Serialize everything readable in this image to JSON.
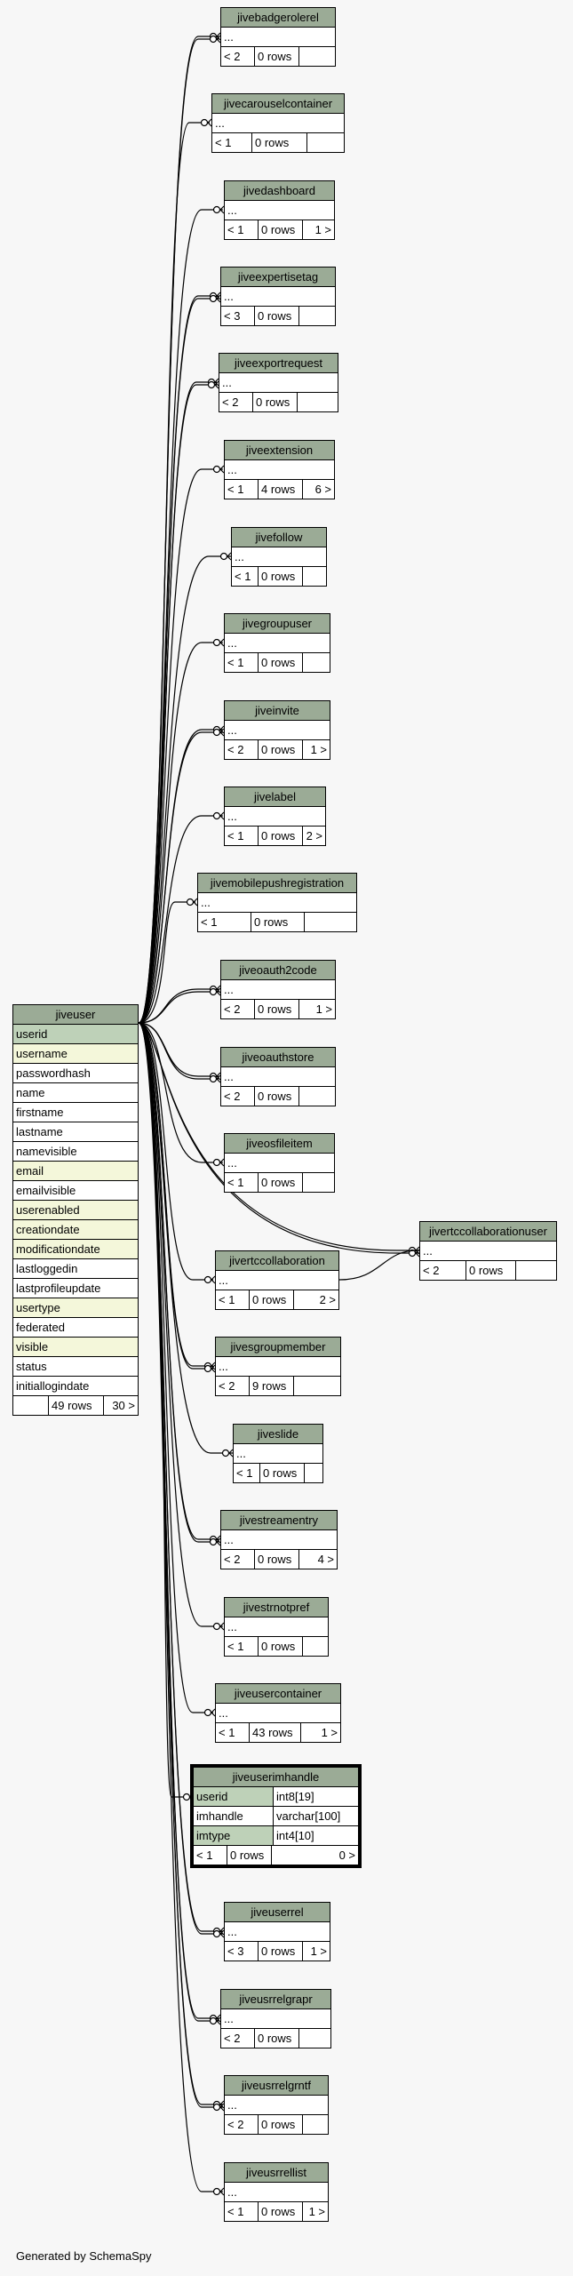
{
  "footer": "Generated by SchemaSpy",
  "colors": {
    "header": "#9bab96",
    "primary_key": "#bed1b8",
    "indexed": "#f4f7da"
  },
  "main_table": {
    "name": "jiveuser",
    "columns": [
      {
        "name": "userid",
        "kind": "pk"
      },
      {
        "name": "username",
        "kind": "idx"
      },
      {
        "name": "passwordhash",
        "kind": ""
      },
      {
        "name": "name",
        "kind": ""
      },
      {
        "name": "firstname",
        "kind": ""
      },
      {
        "name": "lastname",
        "kind": ""
      },
      {
        "name": "namevisible",
        "kind": ""
      },
      {
        "name": "email",
        "kind": "idx"
      },
      {
        "name": "emailvisible",
        "kind": ""
      },
      {
        "name": "userenabled",
        "kind": "idx"
      },
      {
        "name": "creationdate",
        "kind": "idx"
      },
      {
        "name": "modificationdate",
        "kind": "idx"
      },
      {
        "name": "lastloggedin",
        "kind": ""
      },
      {
        "name": "lastprofileupdate",
        "kind": ""
      },
      {
        "name": "usertype",
        "kind": "idx"
      },
      {
        "name": "federated",
        "kind": ""
      },
      {
        "name": "visible",
        "kind": "idx"
      },
      {
        "name": "status",
        "kind": ""
      },
      {
        "name": "initiallogindate",
        "kind": ""
      }
    ],
    "footer": [
      "",
      "49 rows",
      "30 >"
    ]
  },
  "tables": [
    {
      "name": "jivebadgerolerel",
      "ellipsis": "...",
      "footer": [
        "< 2",
        "0 rows",
        ""
      ]
    },
    {
      "name": "jivecarouselcontainer",
      "ellipsis": "...",
      "footer": [
        "< 1",
        "0 rows",
        ""
      ]
    },
    {
      "name": "jivedashboard",
      "ellipsis": "...",
      "footer": [
        "< 1",
        "0 rows",
        "1 >"
      ]
    },
    {
      "name": "jiveexpertisetag",
      "ellipsis": "...",
      "footer": [
        "< 3",
        "0 rows",
        ""
      ]
    },
    {
      "name": "jiveexportrequest",
      "ellipsis": "...",
      "footer": [
        "< 2",
        "0 rows",
        ""
      ]
    },
    {
      "name": "jiveextension",
      "ellipsis": "...",
      "footer": [
        "< 1",
        "4 rows",
        "6 >"
      ]
    },
    {
      "name": "jivefollow",
      "ellipsis": "...",
      "footer": [
        "< 1",
        "0 rows",
        ""
      ]
    },
    {
      "name": "jivegroupuser",
      "ellipsis": "...",
      "footer": [
        "< 1",
        "0 rows",
        ""
      ]
    },
    {
      "name": "jiveinvite",
      "ellipsis": "...",
      "footer": [
        "< 2",
        "0 rows",
        "1 >"
      ]
    },
    {
      "name": "jivelabel",
      "ellipsis": "...",
      "footer": [
        "< 1",
        "0 rows",
        "2 >"
      ]
    },
    {
      "name": "jivemobilepushregistration",
      "ellipsis": "...",
      "footer": [
        "< 1",
        "0 rows",
        ""
      ]
    },
    {
      "name": "jiveoauth2code",
      "ellipsis": "...",
      "footer": [
        "< 2",
        "0 rows",
        "1 >"
      ]
    },
    {
      "name": "jiveoauthstore",
      "ellipsis": "...",
      "footer": [
        "< 2",
        "0 rows",
        ""
      ]
    },
    {
      "name": "jiveosfileitem",
      "ellipsis": "...",
      "footer": [
        "< 1",
        "0 rows",
        ""
      ]
    },
    {
      "name": "jivertccollaborationuser",
      "ellipsis": "...",
      "footer": [
        "< 2",
        "0 rows",
        ""
      ]
    },
    {
      "name": "jivertccollaboration",
      "ellipsis": "...",
      "footer": [
        "< 1",
        "0 rows",
        "2 >"
      ]
    },
    {
      "name": "jivesgroupmember",
      "ellipsis": "...",
      "footer": [
        "< 2",
        "9 rows",
        ""
      ]
    },
    {
      "name": "jiveslide",
      "ellipsis": "...",
      "footer": [
        "< 1",
        "0 rows",
        ""
      ]
    },
    {
      "name": "jivestreamentry",
      "ellipsis": "...",
      "footer": [
        "< 2",
        "0 rows",
        "4 >"
      ]
    },
    {
      "name": "jivestrnotpref",
      "ellipsis": "...",
      "footer": [
        "< 1",
        "0 rows",
        ""
      ]
    },
    {
      "name": "jiveusercontainer",
      "ellipsis": "...",
      "footer": [
        "< 1",
        "43 rows",
        "1 >"
      ]
    },
    {
      "name": "jiveuserrel",
      "ellipsis": "...",
      "footer": [
        "< 3",
        "0 rows",
        "1 >"
      ]
    },
    {
      "name": "jiveusrrelgrapr",
      "ellipsis": "...",
      "footer": [
        "< 2",
        "0 rows",
        ""
      ]
    },
    {
      "name": "jiveusrrelgrntf",
      "ellipsis": "...",
      "footer": [
        "< 2",
        "0 rows",
        ""
      ]
    },
    {
      "name": "jiveusrrellist",
      "ellipsis": "...",
      "footer": [
        "< 1",
        "0 rows",
        "1 >"
      ]
    }
  ],
  "selected_table": {
    "name": "jiveuserimhandle",
    "columns": [
      {
        "name": "userid",
        "type": "int8[19]",
        "kind": "pk"
      },
      {
        "name": "imhandle",
        "type": "varchar[100]",
        "kind": ""
      },
      {
        "name": "imtype",
        "type": "int4[10]",
        "kind": "idx"
      }
    ],
    "footer": [
      "< 1",
      "0 rows",
      "0 >"
    ]
  }
}
